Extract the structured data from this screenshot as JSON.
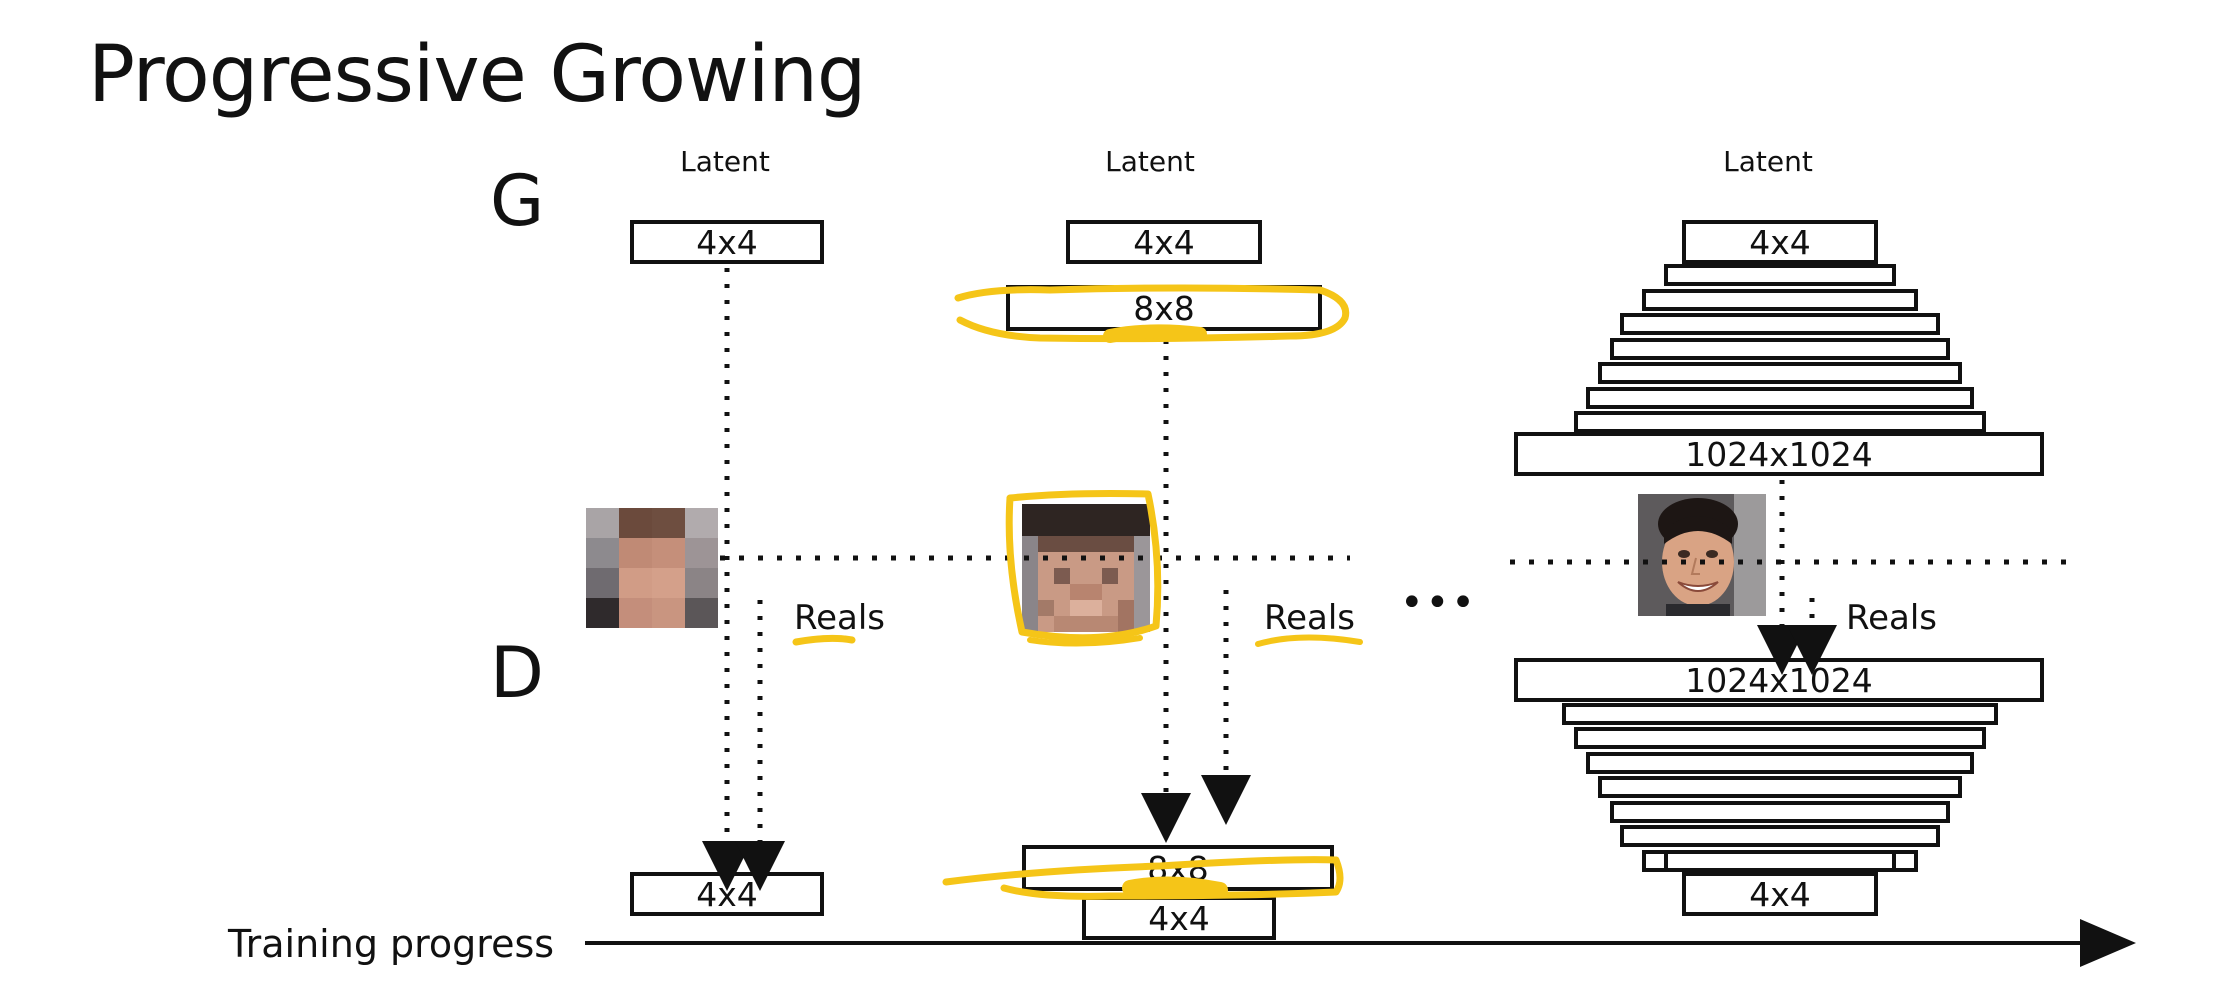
{
  "title": "Progressive Growing",
  "generator_label": "G",
  "discriminator_label": "D",
  "latent_label": "Latent",
  "reals_label": "Reals",
  "ellipsis": "•••",
  "training_progress_label": "Training progress",
  "stages": [
    {
      "generator_blocks": [
        "4x4"
      ],
      "discriminator_blocks": [
        "4x4"
      ]
    },
    {
      "generator_blocks": [
        "4x4",
        "8x8"
      ],
      "discriminator_blocks": [
        "8x8",
        "4x4"
      ]
    },
    {
      "generator_blocks": [
        "4x4",
        "1024x1024"
      ],
      "discriminator_blocks": [
        "1024x1024",
        "4x4"
      ]
    }
  ],
  "colors": {
    "annotation": "#f5c518",
    "line": "#111111"
  }
}
